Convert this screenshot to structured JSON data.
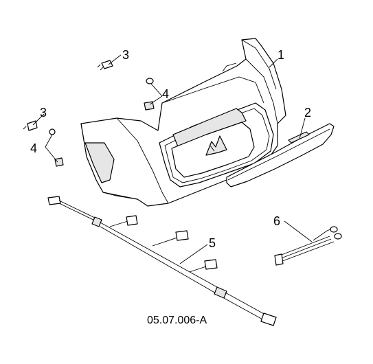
{
  "callouts": {
    "c1": "1",
    "c2": "2",
    "c3a": "3",
    "c3b": "3",
    "c4a": "4",
    "c4b": "4",
    "c5": "5",
    "c6": "6"
  },
  "drawing_number": "05.07.006-A"
}
